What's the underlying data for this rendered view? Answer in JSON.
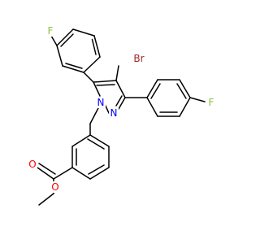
{
  "molecule": {
    "atoms": [
      {
        "id": "F_top",
        "label": "F",
        "color": "#8bc53f"
      },
      {
        "id": "Br",
        "label": "Br",
        "color": "#a52a2a"
      },
      {
        "id": "F_right",
        "label": "F",
        "color": "#8bc53f"
      },
      {
        "id": "N1",
        "label": "N",
        "color": "#0000ff"
      },
      {
        "id": "N2",
        "label": "N",
        "color": "#0000ff"
      },
      {
        "id": "O_carbonyl",
        "label": "O",
        "color": "#ff0000"
      },
      {
        "id": "O_ester",
        "label": "O",
        "color": "#ff0000"
      }
    ]
  }
}
